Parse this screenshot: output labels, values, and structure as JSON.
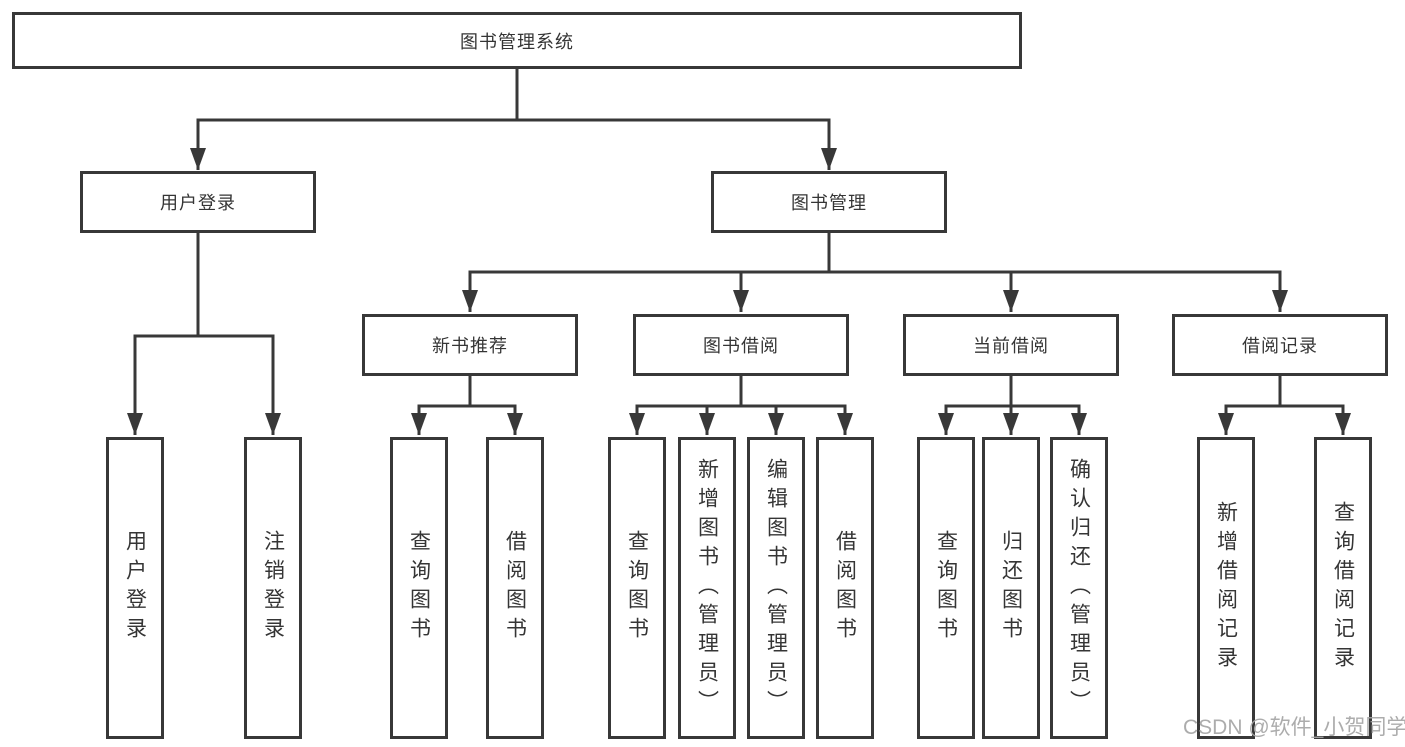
{
  "diagram_title": "图书管理系统",
  "watermark": "CSDN @软件_小贺同学",
  "colors": {
    "line": "#383838",
    "box_border": "#383838",
    "text": "#353535",
    "background": "#ffffff",
    "watermark": "#a6a6a6"
  },
  "tree": {
    "label": "图书管理系统",
    "children": [
      {
        "label": "用户登录",
        "children": [
          {
            "label": "用户登录"
          },
          {
            "label": "注销登录"
          }
        ]
      },
      {
        "label": "图书管理",
        "children": [
          {
            "label": "新书推荐",
            "children": [
              {
                "label": "查询图书"
              },
              {
                "label": "借阅图书"
              }
            ]
          },
          {
            "label": "图书借阅",
            "children": [
              {
                "label": "查询图书"
              },
              {
                "label": "新增图书（管理员）"
              },
              {
                "label": "编辑图书（管理员）"
              },
              {
                "label": "借阅图书"
              }
            ]
          },
          {
            "label": "当前借阅",
            "children": [
              {
                "label": "查询图书"
              },
              {
                "label": "归还图书"
              },
              {
                "label": "确认归还（管理员）"
              }
            ]
          },
          {
            "label": "借阅记录",
            "children": [
              {
                "label": "新增借阅记录"
              },
              {
                "label": "查询借阅记录"
              }
            ]
          }
        ]
      }
    ]
  }
}
